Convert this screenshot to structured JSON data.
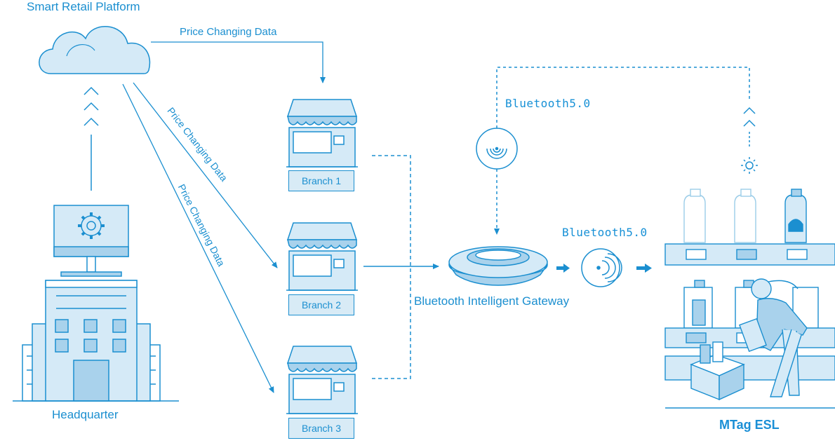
{
  "labels": {
    "cloud": "Smart Retail Platform",
    "headquarter": "Headquarter",
    "price_top": "Price Changing Data",
    "price_diag1": "Price Changing Data",
    "price_diag2": "Price Changing Data",
    "branch1": "Branch 1",
    "branch2": "Branch 2",
    "branch3": "Branch 3",
    "gateway": "Bluetooth Intelligent Gateway",
    "bt_top": "Bluetooth5.0",
    "bt_mid": "Bluetooth5.0",
    "esl": "MTag ESL"
  },
  "colors": {
    "line": "#1b8fd0",
    "fill": "#d5eaf7",
    "fill_dark": "#a9d2ec",
    "accent": "#1a8fd6"
  }
}
